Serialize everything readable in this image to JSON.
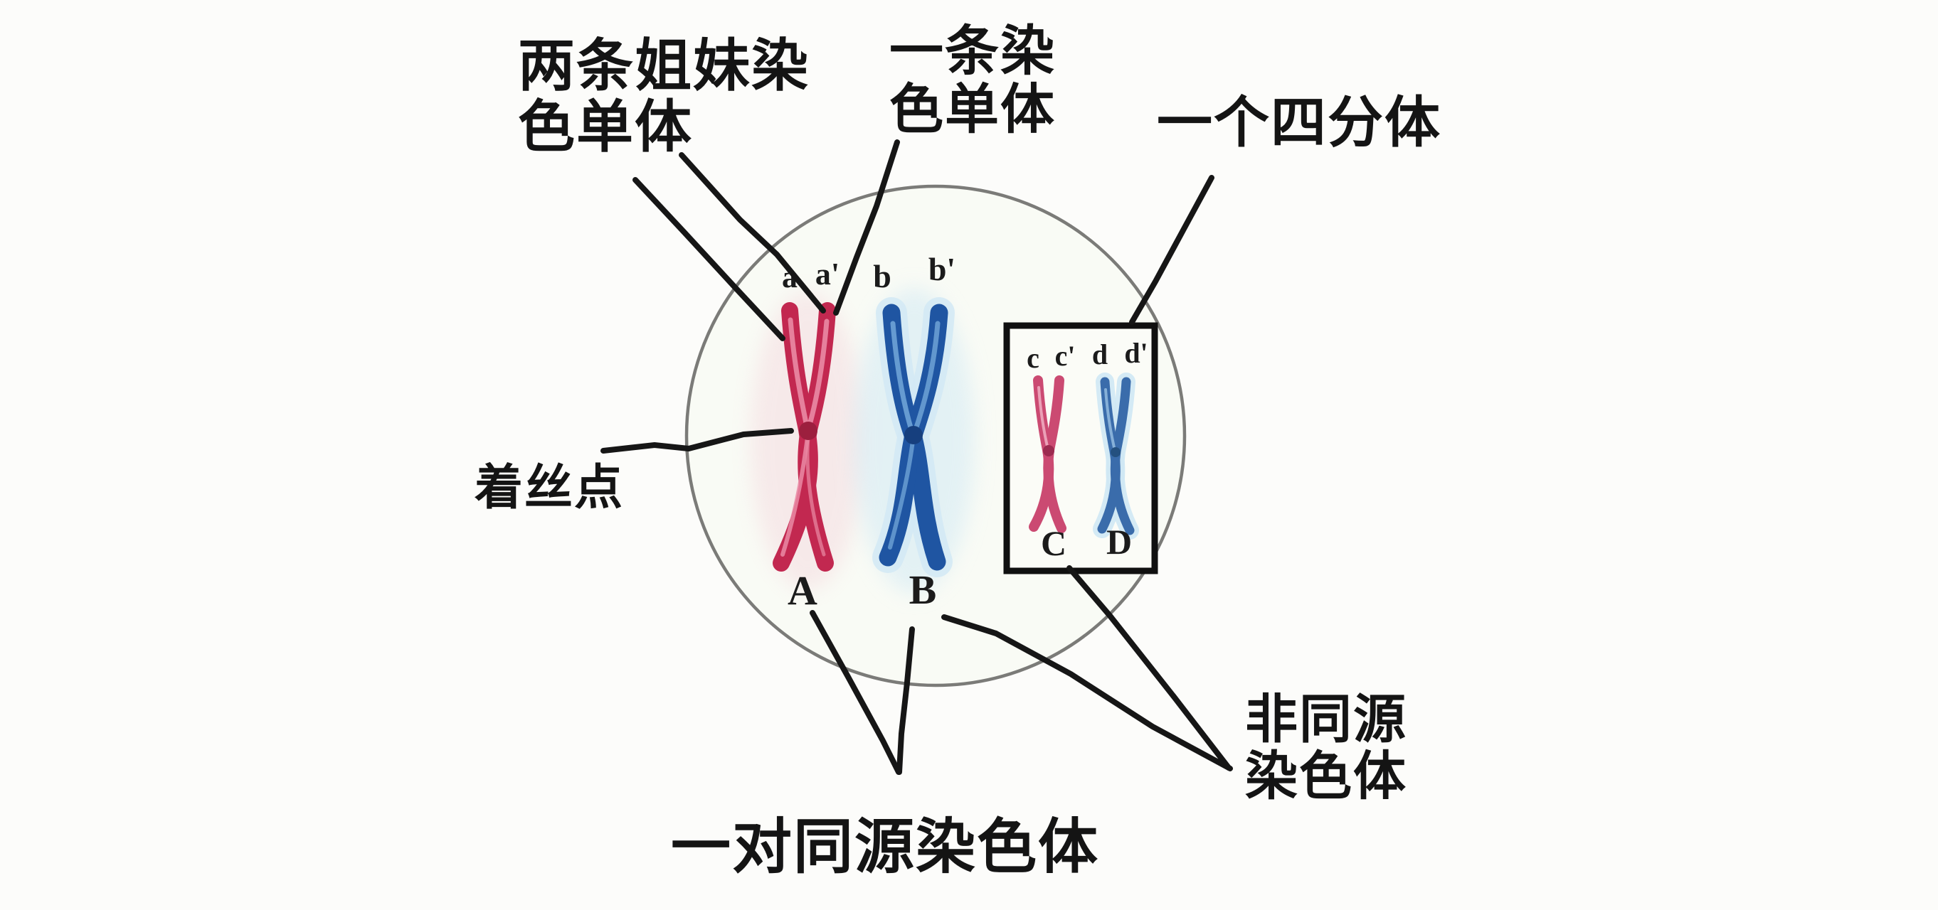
{
  "diagram": {
    "title_none": "",
    "labels": {
      "sister_line1": "两条姐妹染",
      "sister_line2": "色单体",
      "one_line1": "一条染",
      "one_line2": "色单体",
      "tetrad": "一个四分体",
      "centromere": "着丝点",
      "nonhom_line1": "非同源",
      "nonhom_line2": "染色体",
      "pair_homologous": "一对同源染色体"
    },
    "letters": {
      "a": "a",
      "a_prime": "a'",
      "b": "b",
      "b_prime": "b'",
      "c": "c",
      "c_prime": "c'",
      "d": "d",
      "d_prime": "d'",
      "A": "A",
      "B": "B",
      "C": "C",
      "D": "D"
    },
    "colors": {
      "red_chromosome": "#c22850",
      "red_highlight": "#ea8aa4",
      "blue_chromosome": "#1f55a2",
      "blue_highlight": "#6ea3d6",
      "blue_glow": "#d2e9f4",
      "pink_small": "#cb4a72",
      "pink_highlight": "#eeaabf",
      "blue_small": "#3a6cab",
      "cell_outline": "#7b7b78",
      "pointer_line": "#161616",
      "box_stroke": "#101010"
    }
  }
}
